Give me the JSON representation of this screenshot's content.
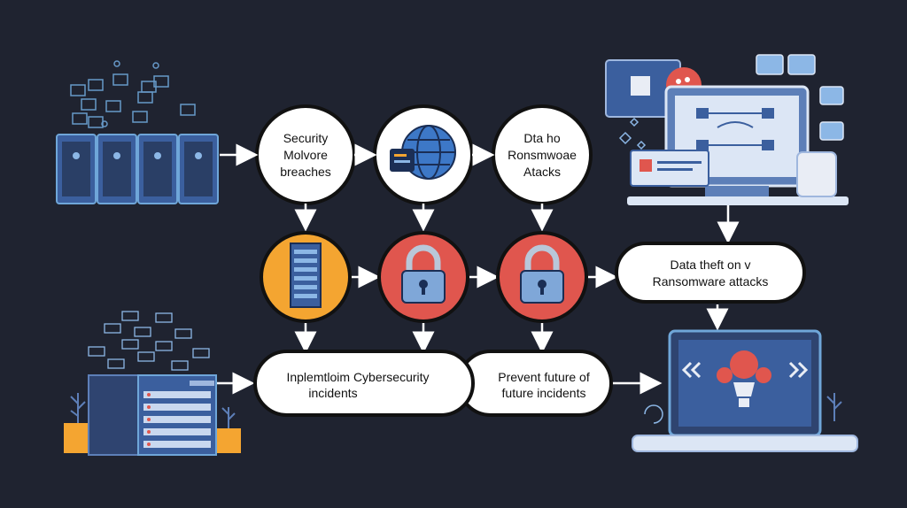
{
  "colors": {
    "background": "#1f2330",
    "node_fill": "#ffffff",
    "node_stroke": "#111111",
    "connector": "#ffffff",
    "accent_blue": "#4d8fd6",
    "accent_red": "#e0564e",
    "accent_orange": "#f4a531",
    "server_blue": "#3b5f9e"
  },
  "nodes": {
    "security_breaches": [
      "Security",
      "Molvore",
      "breaches"
    ],
    "data_ransomware_top": [
      "Dta ho",
      "Ronsmwoae",
      "Atacks"
    ],
    "data_theft": [
      "Data theft on v",
      "Ransomware attacks"
    ],
    "implement_cyber": [
      "Inplemtloim Cybersecurity",
      "incidents"
    ],
    "prevent_future": [
      "Prevent future of",
      "future incidents"
    ]
  },
  "icons": {
    "globe": "globe-icon",
    "server_rack": "server-rack-icon",
    "lock_1": "padlock-icon",
    "lock_2": "padlock-icon",
    "monitor": "monitor-icon",
    "laptop": "laptop-icon",
    "bug": "bug-icon"
  }
}
